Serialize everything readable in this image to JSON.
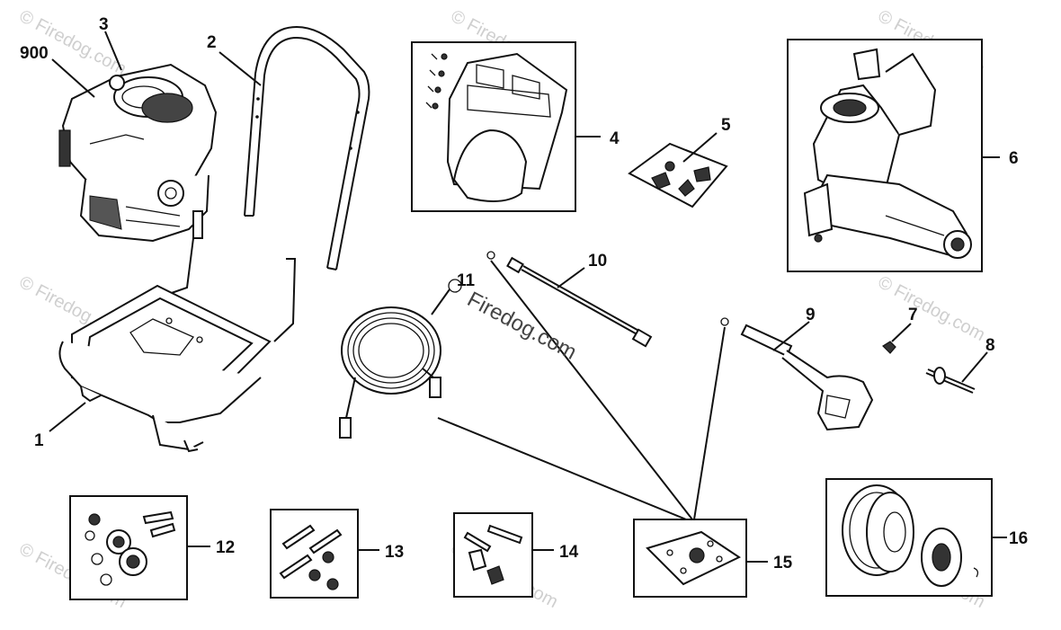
{
  "watermark": {
    "text": "Firedog.com",
    "main_text": "© Firedog.com"
  },
  "callouts": [
    {
      "id": "900",
      "label": "900"
    },
    {
      "id": "3",
      "label": "3"
    },
    {
      "id": "2",
      "label": "2"
    },
    {
      "id": "4",
      "label": "4"
    },
    {
      "id": "5",
      "label": "5"
    },
    {
      "id": "6",
      "label": "6"
    },
    {
      "id": "10",
      "label": "10"
    },
    {
      "id": "11",
      "label": "11"
    },
    {
      "id": "9",
      "label": "9"
    },
    {
      "id": "7",
      "label": "7"
    },
    {
      "id": "8",
      "label": "8"
    },
    {
      "id": "1",
      "label": "1"
    },
    {
      "id": "12",
      "label": "12"
    },
    {
      "id": "13",
      "label": "13"
    },
    {
      "id": "14",
      "label": "14"
    },
    {
      "id": "15",
      "label": "15"
    },
    {
      "id": "16",
      "label": "16"
    }
  ]
}
